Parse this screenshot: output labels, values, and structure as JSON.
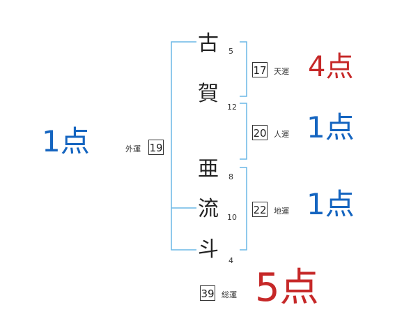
{
  "name_chars": [
    {
      "char": "古",
      "strokes": "5"
    },
    {
      "char": "賀",
      "strokes": "12"
    },
    {
      "char": "亜",
      "strokes": "8"
    },
    {
      "char": "流",
      "strokes": "10"
    },
    {
      "char": "斗",
      "strokes": "4"
    }
  ],
  "fortunes": {
    "gaikaku": {
      "label": "外運",
      "value": "19",
      "score": "1点"
    },
    "tenkaku": {
      "label": "天運",
      "value": "17",
      "score": "4点"
    },
    "jinkaku": {
      "label": "人運",
      "value": "20",
      "score": "1点"
    },
    "chikaku": {
      "label": "地運",
      "value": "22",
      "score": "1点"
    },
    "soukaku": {
      "label": "総運",
      "value": "39",
      "score": "5点"
    }
  },
  "colors": {
    "bracket": "#6ab7e6",
    "score_blue": "#1565c0",
    "score_red": "#c62828"
  }
}
